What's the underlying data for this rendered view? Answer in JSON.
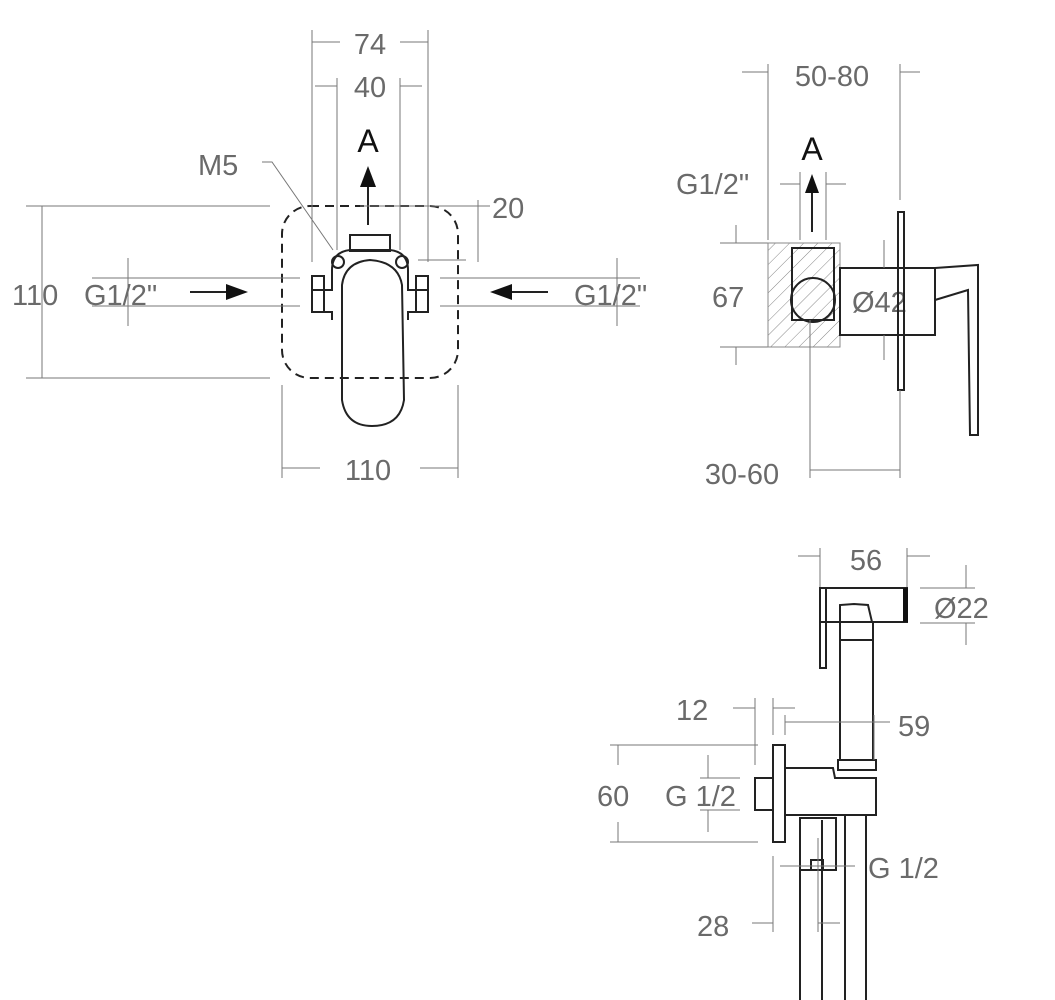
{
  "front_view": {
    "width_74": "74",
    "width_40": "40",
    "outlet_label": "A",
    "screw_label": "M5",
    "offset_20": "20",
    "height_110": "110",
    "inlet_left": "G1/2\"",
    "inlet_right": "G1/2\"",
    "width_110": "110"
  },
  "side_view": {
    "depth_range": "50-80",
    "outlet_label": "A",
    "outlet_thread": "G1/2\"",
    "height_67": "67",
    "diameter_42": "Ø42",
    "wall_range": "30-60"
  },
  "bidet_view": {
    "length_56": "56",
    "diameter_22": "Ø22",
    "plate_12": "12",
    "depth_59": "59",
    "height_60": "60",
    "inlet_thread": "G 1/2",
    "hose_thread": "G 1/2",
    "width_28": "28"
  }
}
